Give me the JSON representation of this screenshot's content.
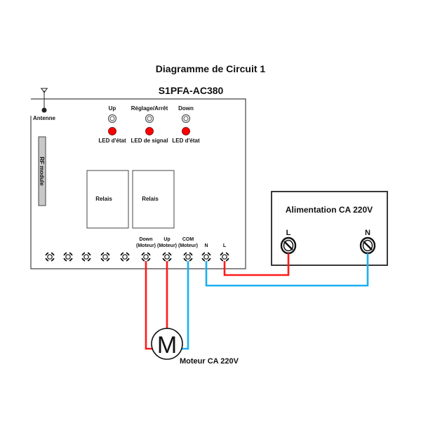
{
  "title": "Diagramme de Circuit 1",
  "model": "S1PFA-AC380",
  "antenna_label": "Antenne",
  "rf_module_label": "RF module",
  "buttons": [
    {
      "label": "Up",
      "led_label": "LED d'état"
    },
    {
      "label": "Réglage/Arrêt",
      "led_label": "LED de signal"
    },
    {
      "label": "Down",
      "led_label": "LED d'état"
    }
  ],
  "relays": [
    {
      "label": "Relais"
    },
    {
      "label": "Relais"
    }
  ],
  "terminals": [
    {
      "line1": "",
      "line2": ""
    },
    {
      "line1": "",
      "line2": ""
    },
    {
      "line1": "",
      "line2": ""
    },
    {
      "line1": "",
      "line2": ""
    },
    {
      "line1": "",
      "line2": ""
    },
    {
      "line1": "Down",
      "line2": "(Moteur)"
    },
    {
      "line1": "Up",
      "line2": "(Moteur)"
    },
    {
      "line1": "COM",
      "line2": "(Moteur)"
    },
    {
      "line1": "",
      "line2": "N"
    },
    {
      "line1": "",
      "line2": "L"
    }
  ],
  "power_supply": {
    "label": "Alimentation CA 220V",
    "terminal_L": "L",
    "terminal_N": "N"
  },
  "motor": {
    "symbol": "M",
    "label": "Moteur CA 220V"
  },
  "colors": {
    "live_wire": "#ff1a1a",
    "neutral_wire": "#1ab0f0",
    "led": "#ff0000",
    "rf_module": "#c8c8c8"
  }
}
